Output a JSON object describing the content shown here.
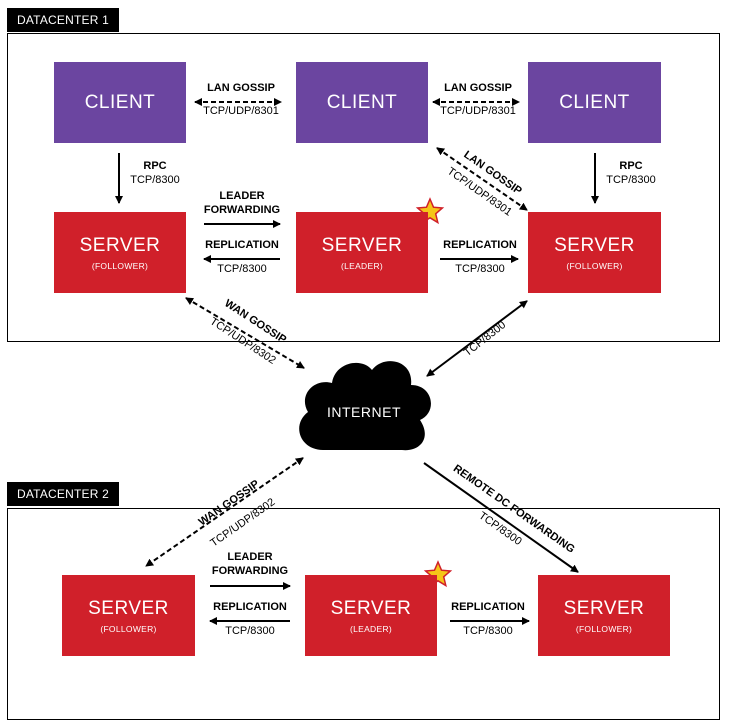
{
  "datacenter1": {
    "tab": "DATACENTER 1",
    "clients": [
      {
        "title": "CLIENT"
      },
      {
        "title": "CLIENT"
      },
      {
        "title": "CLIENT"
      }
    ],
    "servers": [
      {
        "title": "SERVER",
        "role": "(FOLLOWER)"
      },
      {
        "title": "SERVER",
        "role": "(LEADER)"
      },
      {
        "title": "SERVER",
        "role": "(FOLLOWER)"
      }
    ],
    "labels": {
      "lan_gossip_1": {
        "bold": "LAN GOSSIP",
        "normal": "TCP/UDP/8301"
      },
      "lan_gossip_2": {
        "bold": "LAN GOSSIP",
        "normal": "TCP/UDP/8301"
      },
      "lan_gossip_diag": {
        "bold": "LAN GOSSIP",
        "normal": "TCP/UDP/8301"
      },
      "rpc_left": {
        "bold": "RPC",
        "normal": "TCP/8300"
      },
      "rpc_right": {
        "bold": "RPC",
        "normal": "TCP/8300"
      },
      "leader_forwarding": {
        "bold1": "LEADER",
        "bold2": "FORWARDING"
      },
      "replication_left": {
        "bold": "REPLICATION",
        "normal": "TCP/8300"
      },
      "replication_right": {
        "bold": "REPLICATION",
        "normal": "TCP/8300"
      },
      "wan_gossip": {
        "bold": "WAN GOSSIP",
        "normal": "TCP/UDP/8302"
      },
      "internet_tcp": {
        "normal": "TCP/8300"
      }
    }
  },
  "internet": {
    "label": "INTERNET"
  },
  "datacenter2": {
    "tab": "DATACENTER 2",
    "servers": [
      {
        "title": "SERVER",
        "role": "(FOLLOWER)"
      },
      {
        "title": "SERVER",
        "role": "(LEADER)"
      },
      {
        "title": "SERVER",
        "role": "(FOLLOWER)"
      }
    ],
    "labels": {
      "wan_gossip": {
        "bold": "WAN GOSSIP",
        "normal": "TCP/UDP/8302"
      },
      "remote_dc": {
        "bold": "REMOTE DC FORWARDING",
        "normal": "TCP/8300"
      },
      "leader_forwarding": {
        "bold1": "LEADER",
        "bold2": "FORWARDING"
      },
      "replication_left": {
        "bold": "REPLICATION",
        "normal": "TCP/8300"
      },
      "replication_right": {
        "bold": "REPLICATION",
        "normal": "TCP/8300"
      }
    }
  },
  "colors": {
    "client": "#6b45a0",
    "server": "#d0202a",
    "star": "#f5c518",
    "star_stroke": "#d0202a"
  }
}
